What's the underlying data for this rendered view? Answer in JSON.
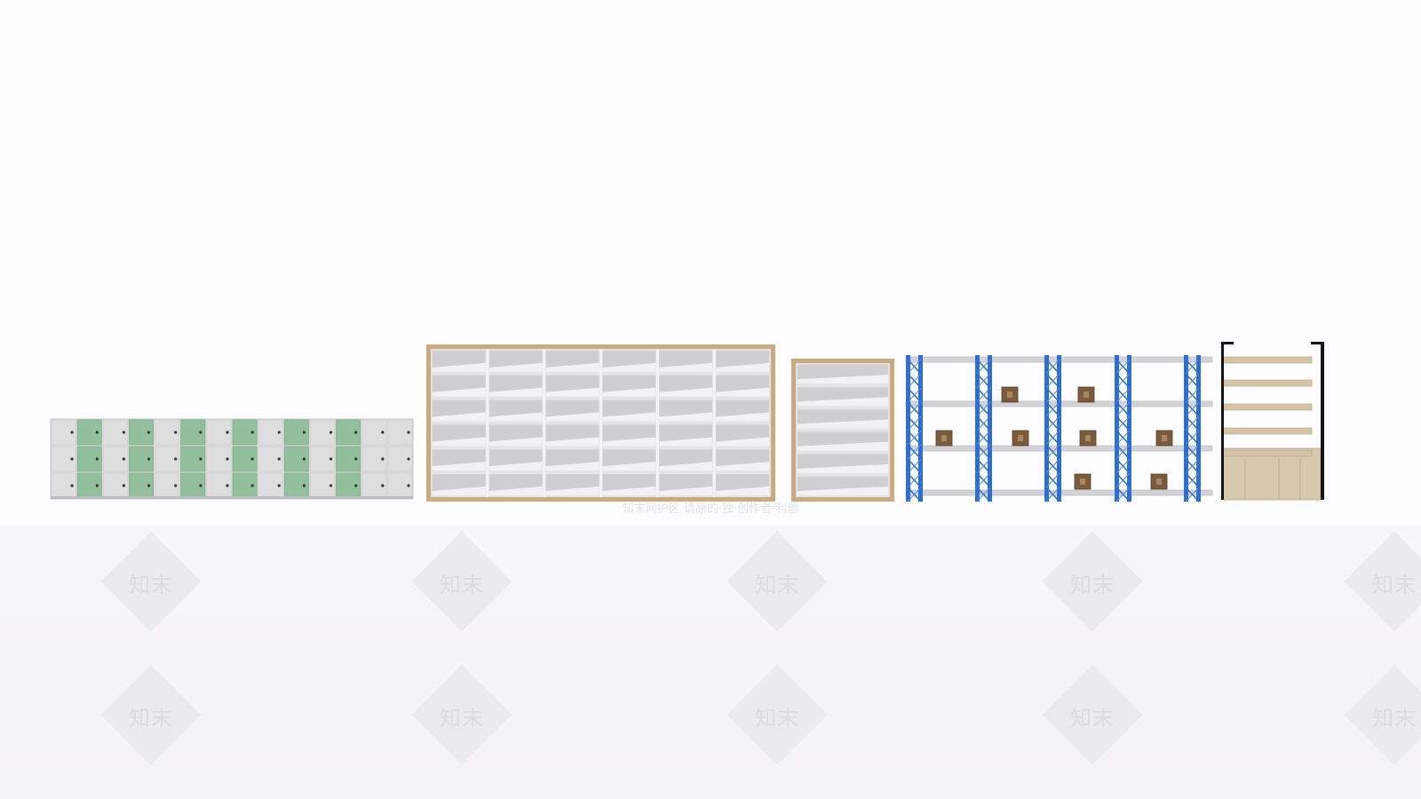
{
  "scene": {
    "background": "#fdfcfe",
    "floor_color": "#f5f4f7",
    "watermark_text": "知末",
    "caption_text": "知末网护区 请原的·独·创作者·利创"
  },
  "objects": [
    {
      "name": "locker-cabinet",
      "colors": {
        "body": "#dedede",
        "doors": "#92bf9c"
      }
    },
    {
      "name": "wall-bookshelf-large",
      "colors": {
        "frame": "#c9ab7d",
        "shelves": "#cfcfd2"
      }
    },
    {
      "name": "wall-bookshelf-small",
      "colors": {
        "frame": "#c9ab7d",
        "shelves": "#cfcfd2"
      }
    },
    {
      "name": "warehouse-rack",
      "colors": {
        "uprights": "#2d6fd0",
        "shelves": "#d3d3d6",
        "boxes": "#7a5b3c"
      }
    },
    {
      "name": "display-shelf",
      "colors": {
        "frame": "#151515",
        "shelves": "#d5c3a6",
        "base": "#d8c8ad"
      }
    }
  ]
}
